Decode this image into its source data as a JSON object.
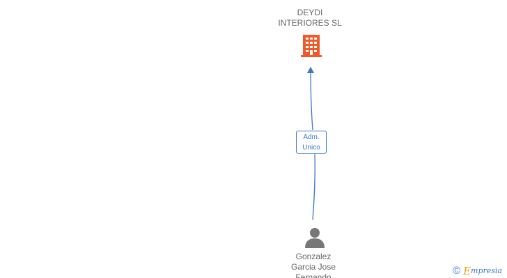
{
  "company": {
    "name_line1": "DEYDI",
    "name_line2": "INTERIORES SL",
    "icon": "building-icon",
    "color": "#f05a28"
  },
  "relation": {
    "line1": "Adm.",
    "line2": "Unico",
    "color": "#3a78c9"
  },
  "person": {
    "name_line1": "Gonzalez",
    "name_line2": "Garcia Jose",
    "name_line3": "Fernando",
    "icon": "person-icon",
    "color": "#777777"
  },
  "watermark": {
    "symbol": "©",
    "brand_initial": "E",
    "brand_rest": "mpresia"
  }
}
